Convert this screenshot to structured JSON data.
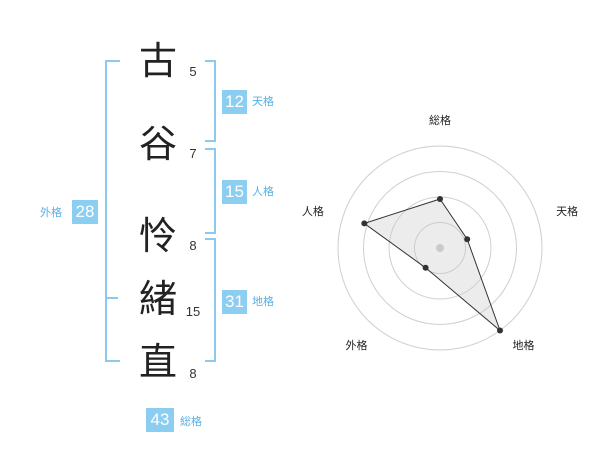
{
  "name": {
    "chars": [
      {
        "char": "古",
        "strokes": "5"
      },
      {
        "char": "谷",
        "strokes": "7"
      },
      {
        "char": "怜",
        "strokes": "8"
      },
      {
        "char": "緒",
        "strokes": "15"
      },
      {
        "char": "直",
        "strokes": "8"
      }
    ]
  },
  "kaku": {
    "tenkaku": {
      "value": "12",
      "label": "天格"
    },
    "jinkaku": {
      "value": "15",
      "label": "人格"
    },
    "chikaku": {
      "value": "31",
      "label": "地格"
    },
    "gaikaku": {
      "value": "28",
      "label": "外格"
    },
    "soukaku": {
      "value": "43",
      "label": "総格"
    }
  },
  "colors": {
    "accent": "#8ccdf2",
    "accent_text": "#56b0e6",
    "bracket": "#8cc9ee"
  },
  "chart_data": {
    "type": "radar",
    "axes": [
      "総格",
      "天格",
      "地格",
      "外格",
      "人格"
    ],
    "values": [
      2.4,
      1.4,
      5.0,
      1.2,
      3.9
    ],
    "max": 5,
    "rings": 4
  }
}
